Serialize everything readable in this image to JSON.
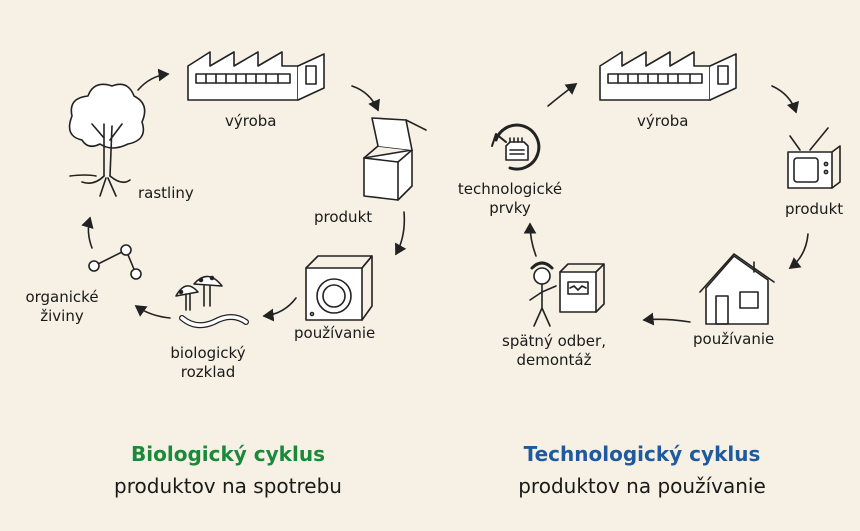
{
  "colors": {
    "background": "#f6f1e4",
    "bio_title": "#1a8a3a",
    "tech_title": "#1f5a9e",
    "stroke": "#222222"
  },
  "bio": {
    "nodes": {
      "production": "výroba",
      "product": "produkt",
      "usage": "používanie",
      "decomposition": "biologický\nrozklad",
      "nutrients": "organické\nživiny",
      "plants": "rastliny"
    },
    "title": "Biologický cyklus",
    "subtitle": "produktov na spotrebu"
  },
  "tech": {
    "nodes": {
      "production": "výroba",
      "product": "produkt",
      "usage": "používanie",
      "takeback": "spätný odber,\ndemontáž",
      "components": "technologické\nprvky"
    },
    "title": "Technologický cyklus",
    "subtitle": "produktov na používanie"
  },
  "icons": [
    "factory-icon",
    "box-icon",
    "washing-machine-icon",
    "mushrooms-icon",
    "worm-icon",
    "molecule-icon",
    "tree-icon",
    "tv-icon",
    "house-icon",
    "person-with-box-icon",
    "recycle-chip-icon"
  ]
}
